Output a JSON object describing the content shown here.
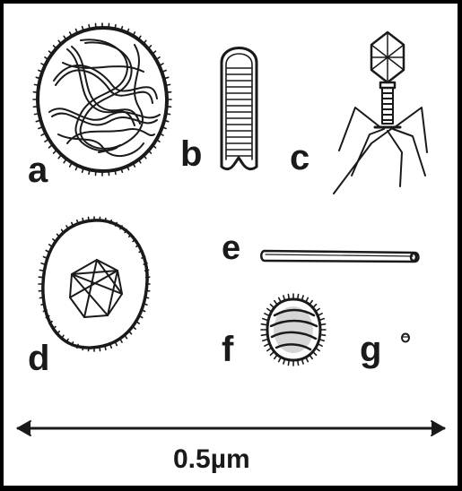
{
  "labels": {
    "a": "a",
    "b": "b",
    "c": "c",
    "d": "d",
    "e": "e",
    "f": "f",
    "g": "g"
  },
  "scale_bar": {
    "text": "0.5µm"
  },
  "colors": {
    "ink": "#1a1a1a",
    "background": "#ffffff"
  }
}
